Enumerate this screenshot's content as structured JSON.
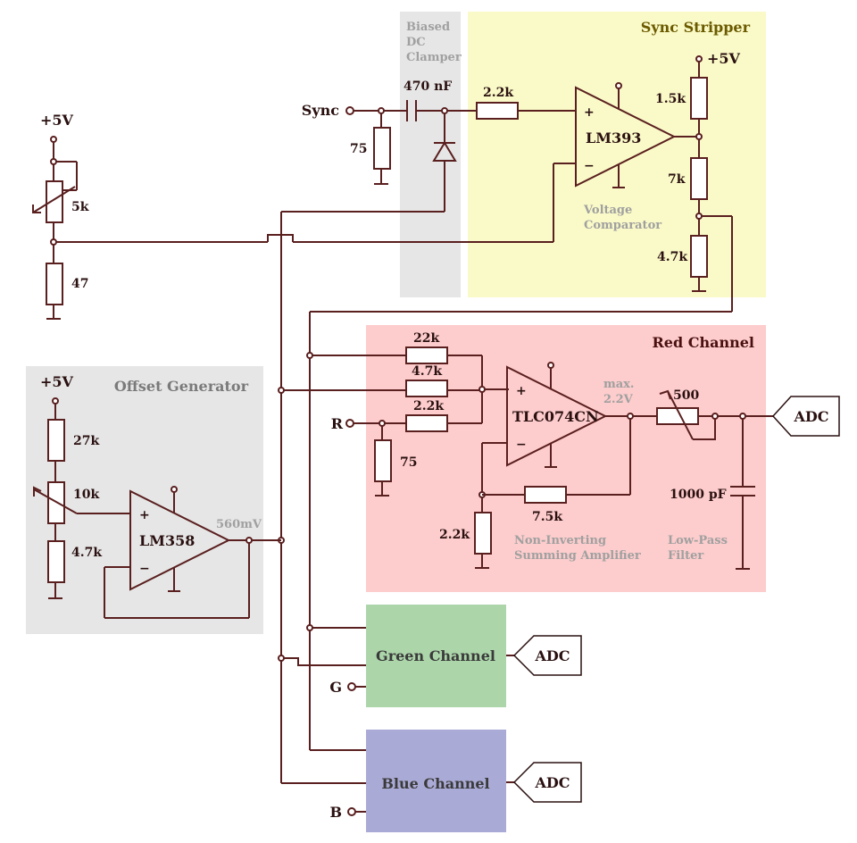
{
  "diagram": {
    "type": "circuit-schematic",
    "regions": {
      "biased_dc_clamper": {
        "title_lines": [
          "Biased",
          "DC",
          "Clamper"
        ],
        "color": "#e6e6e6"
      },
      "sync_stripper": {
        "title": "Sync Stripper",
        "color": "#fafac8",
        "title_color": "#6b5a00"
      },
      "red_channel": {
        "title": "Red Channel",
        "color": "#fdcccc",
        "title_color": "#4a1010"
      },
      "offset_generator": {
        "title": "Offset Generator",
        "color": "#e6e6e6",
        "title_color": "#7a7a7a"
      },
      "green_channel": {
        "title": "Green Channel",
        "color": "#acd6aa"
      },
      "blue_channel": {
        "title": "Blue Channel",
        "color": "#aaaad6"
      }
    },
    "inputs": {
      "sync": "Sync",
      "r": "R",
      "g": "G",
      "b": "B"
    },
    "outputs": {
      "adc_red": "ADC",
      "adc_green": "ADC",
      "adc_blue": "ADC"
    },
    "supply": {
      "vcc_label": "+5V"
    },
    "components": {
      "sync_term": "75",
      "clamp_cap": "470 nF",
      "sync_series_r": "2.2k",
      "comparator": "LM393",
      "pullup_r": "1.5k",
      "divider_top": "7k",
      "divider_bottom": "4.7k",
      "trim_pot": "5k",
      "trim_bottom": "47",
      "red_r1": "22k",
      "red_r2": "4.7k",
      "red_r3": "2.2k",
      "red_term": "75",
      "red_opamp": "TLC074CN",
      "red_feedback": "7.5k",
      "red_ground_r": "2.2k",
      "lpf_pot": "500",
      "lpf_cap": "1000 pF",
      "offset_r_top": "27k",
      "offset_pot": "10k",
      "offset_r_bottom": "4.7k",
      "offset_opamp": "LM358"
    },
    "annotations": {
      "voltage_comparator": [
        "Voltage",
        "Comparator"
      ],
      "max_voltage": [
        "max.",
        "2.2V"
      ],
      "offset_voltage": "560mV",
      "summing_amp": [
        "Non-Inverting",
        "Summing Amplifier"
      ],
      "low_pass": [
        "Low-Pass",
        "Filter"
      ]
    },
    "opamp_pins": {
      "plus": "+",
      "minus": "−"
    }
  }
}
